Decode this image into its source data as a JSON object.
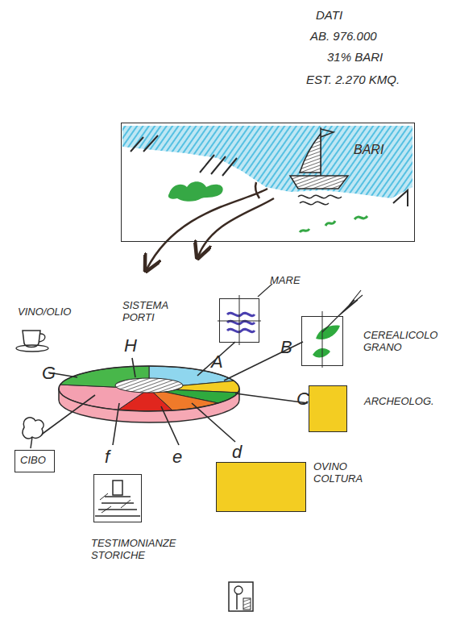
{
  "diagram": {
    "nodes": [
      {
        "text": [
          "BARI"
        ]
      },
      {
        "text": [
          "MARE"
        ]
      },
      {
        "text": [
          "CEREALICOLO GRANO"
        ]
      },
      {
        "text": [
          "ARCHEOLOG."
        ]
      },
      {
        "text": [
          "OVINO COLTURA"
        ]
      },
      {
        "text": [
          "CIBO"
        ]
      },
      {
        "text": [
          "TESTIMONIANZE STORICHE"
        ]
      }
    ],
    "labels": [
      "DATI",
      "AB. 976.000",
      "31% BARI",
      "EST. 2.270 KMQ.",
      "VINO/OLIO",
      "SISTEMA PORTI",
      "A",
      "B",
      "C",
      "d",
      "e",
      "f",
      "G",
      "H"
    ]
  }
}
